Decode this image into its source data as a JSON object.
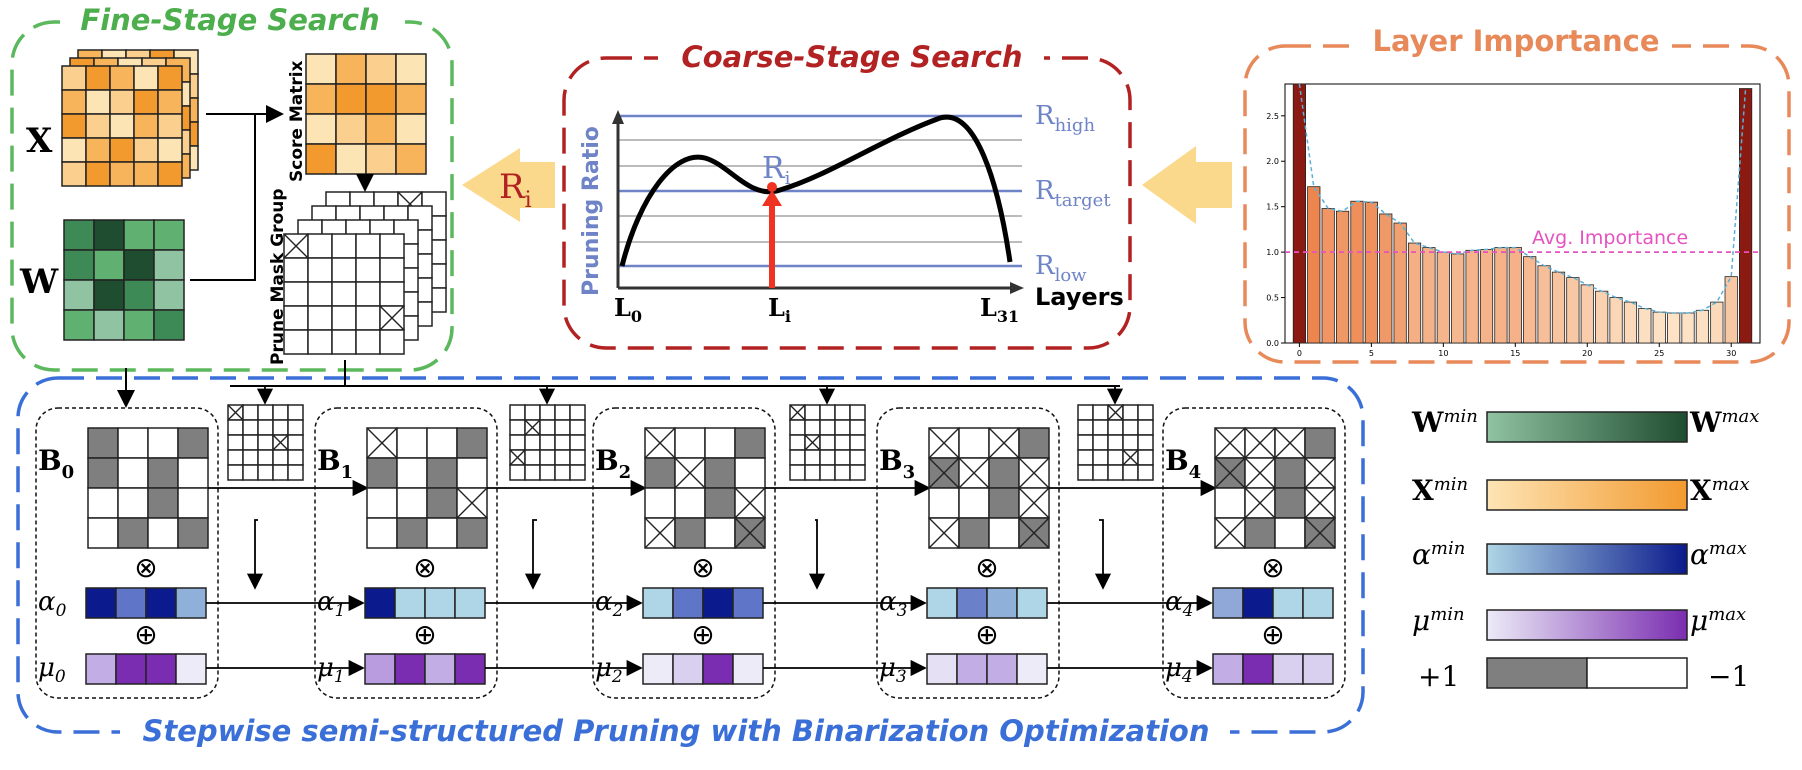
{
  "colors": {
    "fine_green": "#5cb85c",
    "coarse_red": "#b22222",
    "importance_orange": "#e8895a",
    "stepwise_blue": "#3a6fd8",
    "arrow_yellow": "#fbd98c",
    "pruning_blue": "#6f83c7",
    "avg_pink": "#e653c0"
  },
  "fine_stage": {
    "title": "Fine-Stage Search",
    "x_label": "X",
    "w_label": "W",
    "score_matrix_label": "Score Matrix",
    "prune_mask_label": "Prune Mask Group"
  },
  "ri_arrow": {
    "label": "R",
    "sub": "i"
  },
  "coarse_stage": {
    "title": "Coarse-Stage Search",
    "y_axis_label": "Pruning Ratio",
    "x_axis_label": "Layers",
    "r_high": {
      "main": "R",
      "sub": "high"
    },
    "r_target": {
      "main": "R",
      "sub": "target"
    },
    "r_low": {
      "main": "R",
      "sub": "low"
    },
    "point": {
      "main": "R",
      "sub": "i"
    },
    "tick_l0": {
      "main": "L",
      "sub": "0"
    },
    "tick_li": {
      "main": "L",
      "sub": "i"
    },
    "tick_l31": {
      "main": "L",
      "sub": "31"
    }
  },
  "layer_importance": {
    "title": "Layer Importance",
    "avg_label": "Avg. Importance"
  },
  "chart_data": {
    "type": "bar",
    "x": [
      0,
      1,
      2,
      3,
      4,
      5,
      6,
      7,
      8,
      9,
      10,
      11,
      12,
      13,
      14,
      15,
      16,
      17,
      18,
      19,
      20,
      21,
      22,
      23,
      24,
      25,
      26,
      27,
      28,
      29,
      30,
      31
    ],
    "values": [
      2.85,
      1.72,
      1.48,
      1.45,
      1.56,
      1.55,
      1.42,
      1.32,
      1.1,
      1.05,
      1.0,
      0.98,
      1.02,
      1.03,
      1.05,
      1.05,
      0.95,
      0.85,
      0.78,
      0.72,
      0.64,
      0.57,
      0.5,
      0.45,
      0.38,
      0.34,
      0.33,
      0.33,
      0.36,
      0.45,
      0.73,
      2.8
    ],
    "avg_line": 1.0,
    "xlim": [
      -1,
      32
    ],
    "ylim": [
      0,
      2.85
    ],
    "xticks": [
      "0",
      "5",
      "10",
      "15",
      "20",
      "25",
      "30"
    ],
    "yticks": [
      "0.0",
      "0.5",
      "1.0",
      "1.5",
      "2.0",
      "2.5"
    ],
    "grid": false
  },
  "stepwise": {
    "title": "Stepwise semi-structured Pruning with Binarization Optimization",
    "b_labels": [
      "0",
      "1",
      "2",
      "3",
      "4"
    ],
    "alpha_labels": [
      "0",
      "1",
      "2",
      "3",
      "4"
    ],
    "mu_labels": [
      "0",
      "1",
      "2",
      "3",
      "4"
    ],
    "otimes": "⊗",
    "oplus": "⊕"
  },
  "legend": {
    "w_min": "min",
    "w_max": "max",
    "w_main": "W",
    "x_min": "min",
    "x_max": "max",
    "x_main": "X",
    "a_min": "min",
    "a_max": "max",
    "a_main": "α",
    "m_min": "min",
    "m_max": "max",
    "m_main": "μ",
    "plus_one": "+1",
    "minus_one": "−1"
  }
}
